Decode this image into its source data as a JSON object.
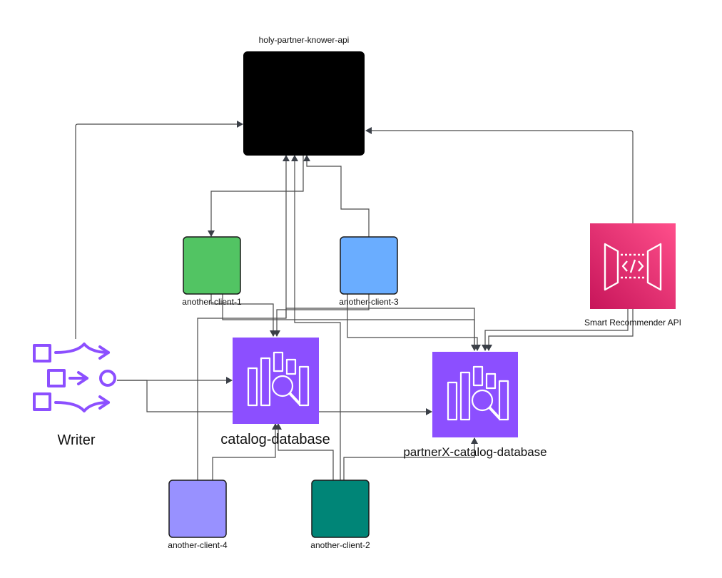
{
  "nodes": {
    "api": {
      "label": "holy-partner-knower-api",
      "color": "#000000"
    },
    "client1": {
      "label": "another-client-1",
      "color": "#52c463"
    },
    "client3": {
      "label": "another-client-3",
      "color": "#6aadff"
    },
    "client4": {
      "label": "another-client-4",
      "color": "#9891ff"
    },
    "client2": {
      "label": "another-client-2",
      "color": "#008577"
    },
    "smart": {
      "label": "Smart Recommender API",
      "color_top": "#ff4f8b",
      "color_bottom": "#c7155a",
      "icon": "api-gateway-icon"
    },
    "catalog": {
      "label": "catalog-database",
      "color": "#8c4fff",
      "icon": "database-search-icon"
    },
    "partner_catalog": {
      "label": "partnerX-catalog-database",
      "color": "#8c4fff",
      "icon": "database-search-icon"
    },
    "writer": {
      "label": "Writer",
      "color": "#8c4fff",
      "icon": "step-functions-icon"
    }
  },
  "colors": {
    "edge": "#4a4a4a"
  }
}
